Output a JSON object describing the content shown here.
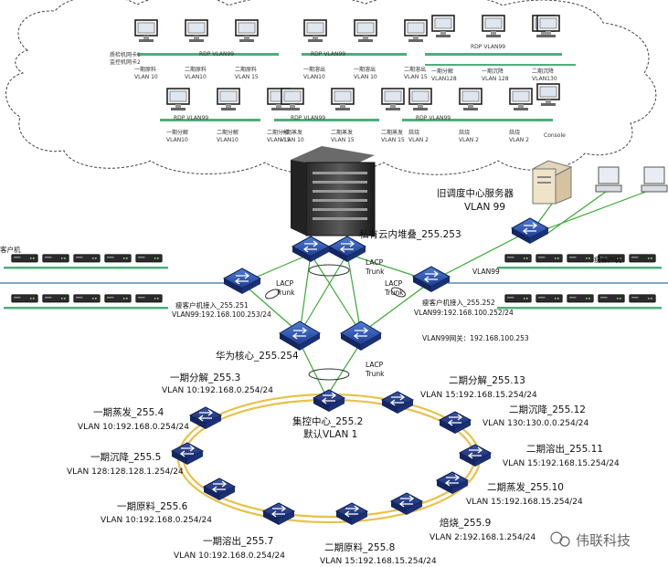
{
  "cloud": {
    "pc_groups": [
      {
        "label": "RDP VLAN99",
        "captions": [
          "一期原料",
          "二期原料",
          "二期原料"
        ],
        "vlans": [
          "VLAN 10",
          "VLAN10",
          "VLAN 15"
        ]
      },
      {
        "label": "RDP VLAN99",
        "captions": [
          "一期溶出",
          "一期溶出",
          "二期溶出"
        ],
        "vlans": [
          "VLAN10",
          "VLAN 10",
          "VLAN 15"
        ]
      },
      {
        "label": "RDP VLAN99",
        "captions": [
          "一期分解",
          "一期沉降",
          "二期沉降"
        ],
        "vlans": [
          "VLAN128",
          "VLAN 128",
          "VLAN130"
        ]
      },
      {
        "label": "RDP VLAN99",
        "captions": [
          "一期分解",
          "二期分解",
          "二期分解"
        ],
        "vlans": [
          "VLAN10",
          "VLAN10",
          "VLAN 15"
        ]
      },
      {
        "label": "RDP VLAN99",
        "captions": [
          "一期蒸发",
          "二期蒸发",
          "二期蒸发"
        ],
        "vlans": [
          "VLAN 10",
          "VLAN 15",
          "VLAN 15"
        ]
      },
      {
        "label": "RDP VLAN99",
        "captions": [
          "焙烧",
          "焙烧",
          "焙烧"
        ],
        "vlans": [
          "VLAN 2",
          "VLAN 2",
          "VLAN 2"
        ]
      }
    ],
    "top_left_note": "质检机网卡1\n监控机网卡2",
    "consoles_label": "Console"
  },
  "labels": {
    "old_server": "旧调度中心服务器",
    "old_server_vlan": "VLAN 99",
    "private_cloud": "私有云内堆叠_255.253",
    "lacp_trunk_1": "LACP\nTrunk",
    "lacp_trunk_2": "LACP\nTrunk",
    "lacp_trunk_3": "LACP\nTrunk",
    "lacp_trunk_4": "LACP\nTrunk",
    "vlan99_link": "VLAN99",
    "huawei_core": "华为核心_255.254",
    "left_client_machine": "客户机",
    "right_client_machine": "瘦客户机",
    "left_access": "瘦客户机接入_255.251",
    "left_access_ip": "VLAN99:192.168.100.253/24",
    "right_access": "瘦客户机接入_255.252",
    "right_access_ip": "VLAN99:192.168.100.252/24",
    "vlan99_gateway": "VLAN99网关：192.168.100.253",
    "center_node": "集控中心_255.2",
    "center_default_vlan": "默认VLAN 1",
    "watermark": "伟联科技"
  },
  "ring_nodes": [
    {
      "name": "一期分解_255.3",
      "vlan": "VLAN 10:192.168.0.254/24"
    },
    {
      "name": "二期分解_255.13",
      "vlan": "VLAN 15:192.168.15.254/24"
    },
    {
      "name": "一期蒸发_255.4",
      "vlan": "VLAN 10:192.168.0.254/24"
    },
    {
      "name": "二期沉降_255.12",
      "vlan": "VLAN 130:130.0.0.254/24"
    },
    {
      "name": "二期溶出_255.11",
      "vlan": "VLAN 15:192.168.15.254/24"
    },
    {
      "name": "一期沉降_255.5",
      "vlan": "VLAN 128:128.128.1.254/24"
    },
    {
      "name": "二期蒸发_255.10",
      "vlan": "VLAN 15:192.168.15.254/24"
    },
    {
      "name": "一期原料_255.6",
      "vlan": "VLAN 10:192.168.0.254/24"
    },
    {
      "name": "焙烧_255.9",
      "vlan": "VLAN 2:192.168.1.254/24"
    },
    {
      "name": "一期溶出_255.7",
      "vlan": "VLAN 10:192.168.0.254/24"
    },
    {
      "name": "二期原料_255.8",
      "vlan": "VLAN 15:192.168.15.254/24"
    }
  ],
  "colors": {
    "ring": "#e8c24a",
    "green_link": "#3aaa35",
    "switch_blue": "#2f57b4",
    "ring_switch": "#253a8a",
    "line_gray": "#555555",
    "bar_green": "#4fae7a"
  }
}
